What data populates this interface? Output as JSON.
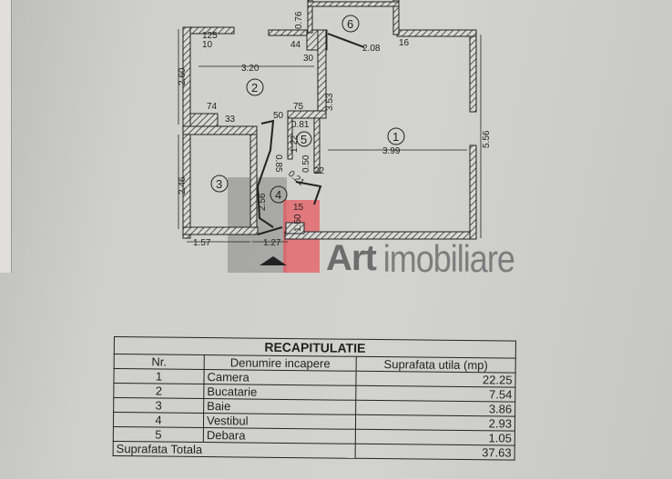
{
  "watermark": {
    "logo_text": "Art imobiliare",
    "brand": "Art",
    "suffix": "imobiliare",
    "accent": "#e8525a"
  },
  "plan": {
    "rooms": [
      "1",
      "2",
      "3",
      "4",
      "5",
      "6"
    ],
    "dims": {
      "d208": "2.08",
      "d16": "16",
      "d076": "0.76",
      "d125": "125",
      "d10": "10",
      "d44": "44",
      "d30": "30",
      "d260": "2.60",
      "d320": "3.20",
      "d353": "3.53",
      "d74": "74",
      "d75": "75",
      "d33": "33",
      "d50": "50",
      "d081": "0.81",
      "d556": "5.56",
      "d399": "3.99",
      "d246": "2.46",
      "d256": "2.56",
      "d22": "22",
      "d15": "15",
      "d150": "1.50",
      "d157": "1.57",
      "d127": "1.27",
      "d085": "0.85",
      "d122": "1.22",
      "d050": "0.50",
      "d021": "0.21"
    }
  },
  "table": {
    "title": "RECAPITULATIE",
    "headers": [
      "Nr.",
      "Denumire incapere",
      "Suprafata utila (mp)"
    ],
    "rows": [
      {
        "nr": "1",
        "name": "Camera",
        "area": "22.25"
      },
      {
        "nr": "2",
        "name": "Bucatarie",
        "area": "7.54"
      },
      {
        "nr": "3",
        "name": "Baie",
        "area": "3.86"
      },
      {
        "nr": "4",
        "name": "Vestibul",
        "area": "2.93"
      },
      {
        "nr": "5",
        "name": "Debara",
        "area": "1.05"
      }
    ],
    "total_label": "Suprafata Totala",
    "total_value": "37.63"
  }
}
